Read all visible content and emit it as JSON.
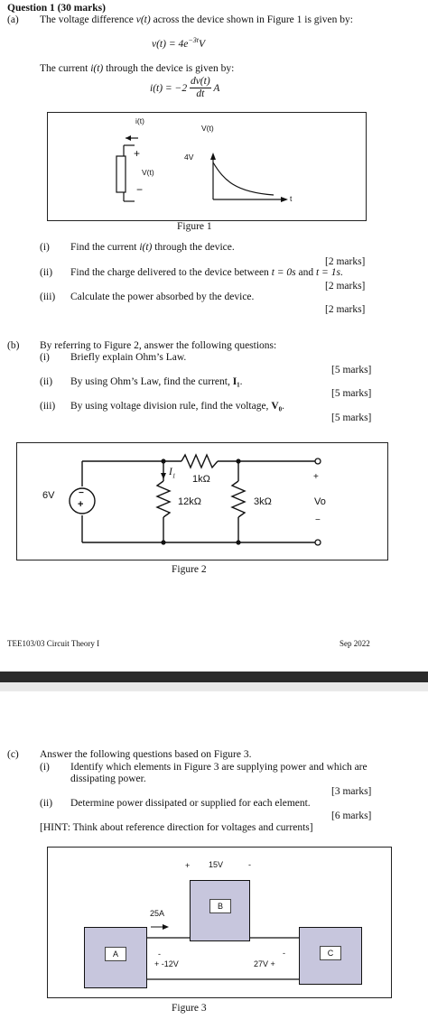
{
  "q1": {
    "title": "Question 1 (30 marks)",
    "a_label": "(a)",
    "a_intro_pre": "The voltage difference ",
    "a_intro_var": "v(t)",
    "a_intro_post": " across the device shown in Figure 1 is given by:",
    "eq_v": "v(t) = 4e",
    "eq_v_exp": "−3t",
    "eq_v_unit": "V",
    "current_intro_pre": "The current ",
    "current_intro_var": "i(t)",
    "current_intro_post": " through the device is given by:",
    "eq_i_lhs": "i(t) = −2",
    "eq_i_num": "dv(t)",
    "eq_i_den": "dt",
    "eq_i_unit": "A"
  },
  "fig1": {
    "label_it": "i(t)",
    "label_plus": "+",
    "label_minus": "−",
    "label_vt": "V(t)",
    "graph_ylabel": "V(t)",
    "graph_4v": "4V",
    "graph_t": "t",
    "caption": "Figure 1"
  },
  "a_parts": [
    {
      "num": "(i)",
      "text": "Find the current ",
      "var": "i(t)",
      "post": " through the device.",
      "marks": "[2 marks]"
    },
    {
      "num": "(ii)",
      "text": "Find the charge delivered to the device between ",
      "var": "t = 0s",
      "mid": " and ",
      "var2": "t = 1s",
      "post": ".",
      "marks": "[2 marks]"
    },
    {
      "num": "(iii)",
      "text": "Calculate the power absorbed by the device.",
      "marks": "[2 marks]"
    }
  ],
  "b": {
    "label": "(b)",
    "intro": "By referring to Figure 2, answer the following questions:",
    "parts": [
      {
        "num": "(i)",
        "text": "Briefly explain Ohm’s Law.",
        "marks": "[5 marks]"
      },
      {
        "num": "(ii)",
        "text": "By using Ohm’s Law, find the current, ",
        "bold": "I₁",
        "post": ".",
        "marks": "[5 marks]"
      },
      {
        "num": "(iii)",
        "text": "By using voltage division rule, find the voltage, ",
        "bold": "V₀",
        "post": ".",
        "marks": "[5 marks]"
      }
    ]
  },
  "fig2": {
    "source": "6V",
    "src_minus": "−",
    "src_plus": "+",
    "i1": "I",
    "i1_sub": "1",
    "r1": "1kΩ",
    "r2": "12kΩ",
    "r3": "3kΩ",
    "vo": "Vo",
    "vo_plus": "+",
    "vo_minus": "−",
    "caption": "Figure 2"
  },
  "footer": {
    "course": "TEE103/03 Circuit Theory I",
    "date": "Sep 2022"
  },
  "c": {
    "label": "(c)",
    "intro": "Answer the following questions based on Figure 3.",
    "parts": [
      {
        "num": "(i)",
        "line1": "Identify which elements in Figure 3 are supplying power and which are",
        "line2": "dissipating power.",
        "marks": "[3 marks]"
      },
      {
        "num": "(ii)",
        "line1": "Determine power dissipated or supplied for each element.",
        "marks": "[6 marks]"
      }
    ],
    "hint": "[HINT: Think about reference direction for voltages and currents]"
  },
  "fig3": {
    "box_a": "A",
    "box_b": "B",
    "box_c": "C",
    "v15_plus": "+",
    "v15": "15V",
    "v15_minus": "-",
    "i25": "25A",
    "v12_minus": "-",
    "v12": "+  -12V",
    "v27": "27V  +",
    "v27_minus": "-",
    "caption": "Figure 3"
  },
  "colors": {
    "box_fill": "#c7c6dd",
    "divider": "#2b2b2b"
  }
}
